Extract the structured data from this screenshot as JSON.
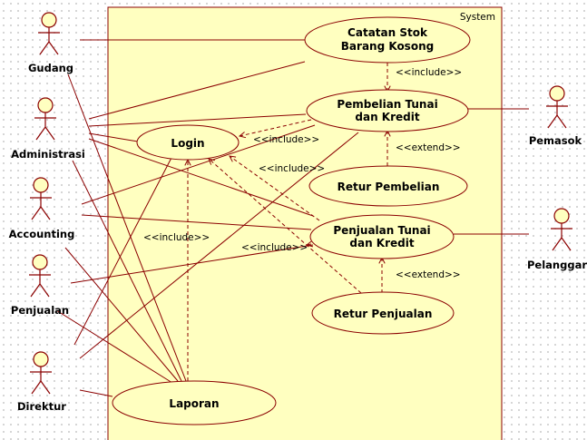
{
  "system": {
    "label": "System",
    "fill": "#ffffc0"
  },
  "colors": {
    "line": "#8b0000",
    "stroke": "#8b0000",
    "ellipse_fill": "#ffffc0",
    "actor_head_fill": "#ffffc0"
  },
  "actors": {
    "gudang": "Gudang",
    "administrasi": "Administrasi",
    "accounting": "Accounting",
    "penjualan": "Penjualan",
    "direktur": "Direktur",
    "pemasok": "Pemasok",
    "pelanggan": "Pelanggar"
  },
  "use_cases": {
    "catatan_stok": [
      "Catatan Stok",
      "Barang Kosong"
    ],
    "pembelian": [
      "Pembelian Tunai",
      "dan Kredit"
    ],
    "login": [
      "Login"
    ],
    "retur_pembelian": [
      "Retur Pembelian"
    ],
    "penjualan_tunai": [
      "Penjualan Tunai",
      "dan Kredit"
    ],
    "retur_penjualan": [
      "Retur Penjualan"
    ],
    "laporan": [
      "Laporan"
    ]
  },
  "relations": {
    "include_catatan_pembelian": "<<include>>",
    "include_pembelian_login": "<<include>>",
    "extend_retur_pembelian": "<<extend>>",
    "include_penjualan_login_upper": "<<include>>",
    "include_penjualan_login_lower": "<<include>>",
    "include_laporan_login": "<<include>>",
    "extend_retur_penjualan": "<<extend>>"
  }
}
